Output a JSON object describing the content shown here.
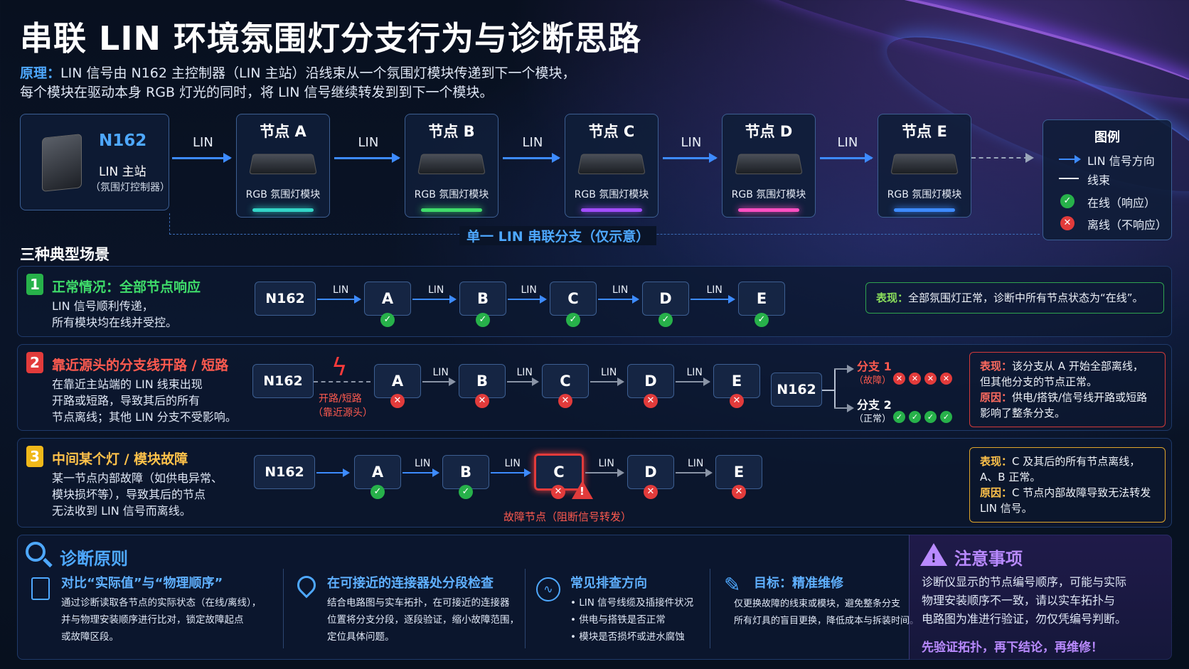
{
  "title": "串联 LIN 环境氛围灯分支行为与诊断思路",
  "principle": {
    "key": "原理：",
    "line1": "LIN 信号由 N162 主控制器（LIN 主站）沿线束从一个氛围灯模块传递到下一个模块，",
    "line2": "每个模块在驱动本身 RGB 灯光的同时，将 LIN 信号继续转发到到下一个模块。"
  },
  "master": {
    "name": "N162",
    "role": "LIN 主站",
    "sub": "（氛围灯控制器）"
  },
  "link_label": "LIN",
  "nodes": [
    {
      "title": "节点 A",
      "label": "RGB 氛围灯模块",
      "color": "#33d6c8"
    },
    {
      "title": "节点 B",
      "label": "RGB 氛围灯模块",
      "color": "#3fdc6a"
    },
    {
      "title": "节点 C",
      "label": "RGB 氛围灯模块",
      "color": "#a34dff"
    },
    {
      "title": "节点 D",
      "label": "RGB 氛围灯模块",
      "color": "#ff4fc3"
    },
    {
      "title": "节点 E",
      "label": "RGB 氛围灯模块",
      "color": "#3d8bff"
    }
  ],
  "branch_caption": "单一 LIN 串联分支（仅示意）",
  "legend": {
    "title": "图例",
    "items": [
      "LIN 信号方向",
      "线束",
      "在线（响应）",
      "离线（不响应）"
    ]
  },
  "scenarios_heading": "三种典型场景",
  "scenarios": [
    {
      "num": "1",
      "title": "正常情况：全部节点响应",
      "desc1": "LIN 信号顺利传递，",
      "desc2": "所有模块均在线并受控。",
      "result_key": "表现：",
      "result": "全部氛围灯正常，诊断中所有节点状态为“在线”。"
    },
    {
      "num": "2",
      "title": "靠近源头的分支线开路 / 短路",
      "desc1": "在靠近主站端的 LIN 线束出现",
      "desc2": "开路或短路，导致其后的所有",
      "desc3": "节点离线；其他 LIN 分支不受影响。",
      "fault_label1": "开路/短路",
      "fault_label2": "（靠近源头）",
      "branch1": "分支 1",
      "branch1_state": "（故障）",
      "branch2": "分支 2",
      "branch2_state": "（正常）",
      "result_key1": "表现：",
      "result1": "该分支从 A 开始全部离线，",
      "result1b": "但其他分支的节点正常。",
      "result_key2": "原因：",
      "result2": "供电/搭铁/信号线开路或短路",
      "result2b": "影响了整条分支。"
    },
    {
      "num": "3",
      "title": "中间某个灯 / 模块故障",
      "desc1": "某一节点内部故障（如供电异常、",
      "desc2": "模块损坏等），导致其后的节点",
      "desc3": "无法收到 LIN 信号而离线。",
      "fault_caption": "故障节点（阻断信号转发）",
      "result_key1": "表现：",
      "result1": "C 及其后的所有节点离线，",
      "result1b": "A、B 正常。",
      "result_key2": "原因：",
      "result2": "C 节点内部故障导致无法转发",
      "result2b": "LIN 信号。"
    }
  ],
  "node_letters": [
    "A",
    "B",
    "C",
    "D",
    "E"
  ],
  "diagnosis": {
    "heading": "诊断原则",
    "cols": [
      {
        "title": "对比“实际值”与“物理顺序”",
        "lines": [
          "通过诊断读取各节点的实际状态（在线/离线），",
          "并与物理安装顺序进行比对，锁定故障起点",
          "或故障区段。"
        ]
      },
      {
        "title": "在可接近的连接器处分段检查",
        "lines": [
          "结合电路图与实车拓扑，在可接近的连接器",
          "位置将分支分段，逐段验证，缩小故障范围，",
          "定位具体问题。"
        ]
      },
      {
        "title": "常见排查方向",
        "lines": [
          "• LIN 信号线缆及插接件状况",
          "• 供电与搭铁是否正常",
          "• 模块是否损坏或进水腐蚀"
        ]
      },
      {
        "title": "目标：精准维修",
        "lines": [
          "仅更换故障的线束或模块，避免整条分支",
          "所有灯具的盲目更换，降低成本与拆装时间。"
        ]
      }
    ],
    "notice_heading": "注意事项",
    "notice_lines": [
      "诊断仪显示的节点编号顺序，可能与实际",
      "物理安装顺序不一致，请以实车拓扑与",
      "电路图为准进行验证，勿仅凭编号判断。"
    ],
    "notice_final": "先验证拓扑，再下结论，再维修！"
  }
}
